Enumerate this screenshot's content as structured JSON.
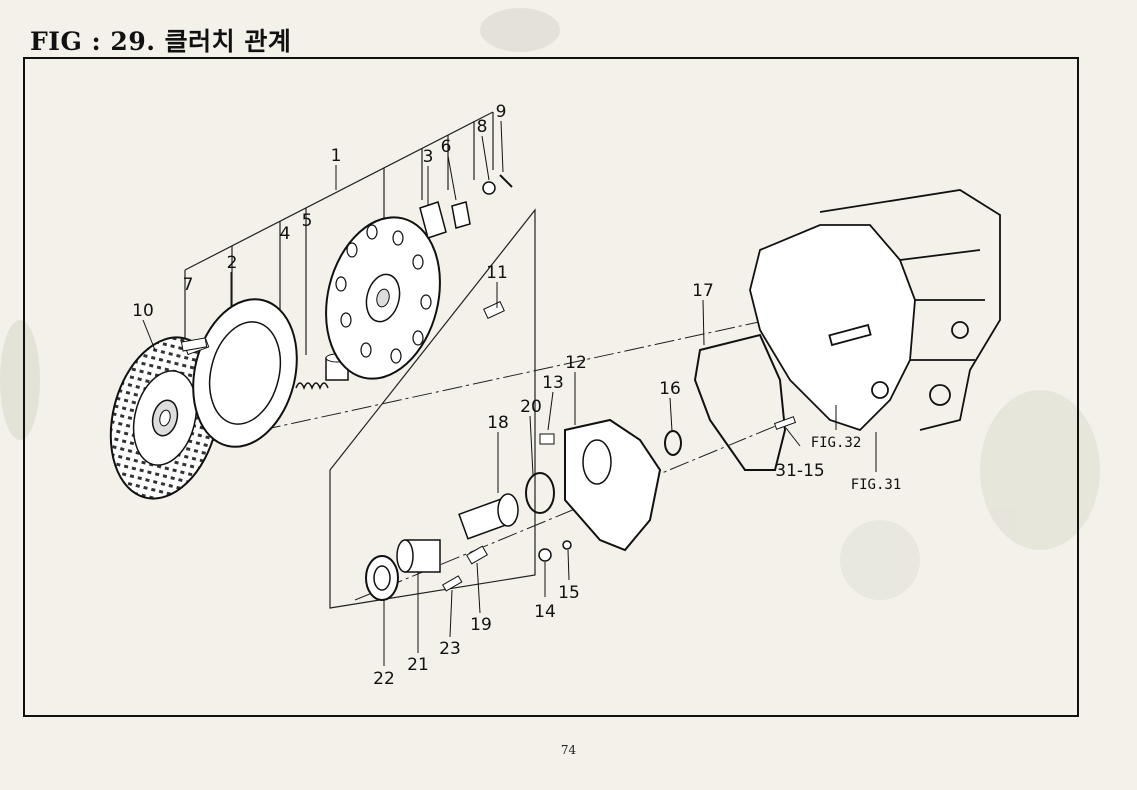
{
  "page": {
    "title": "FIG : 29.  클러치 관계",
    "page_number": "74"
  },
  "callouts": [
    "1",
    "2",
    "3",
    "4",
    "5",
    "6",
    "7",
    "8",
    "9",
    "10",
    "11",
    "12",
    "13",
    "14",
    "15",
    "16",
    "17",
    "18",
    "19",
    "20",
    "21",
    "22",
    "23",
    "31-15"
  ],
  "figure_refs": [
    "FIG.32",
    "FIG.31"
  ]
}
